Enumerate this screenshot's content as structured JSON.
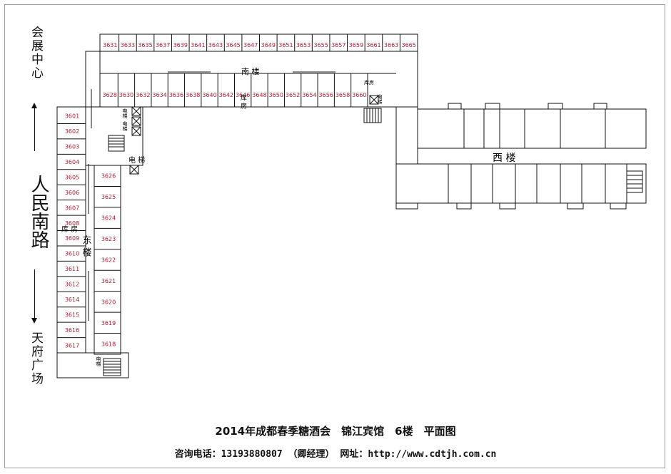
{
  "side_labels": {
    "venue": "会展中心",
    "road": "人民南路",
    "plaza": "天府广场"
  },
  "areas": {
    "south_building": "南 楼",
    "west_building": "西 楼",
    "east_building": "东 楼",
    "storage_south": "库房",
    "storage_south_corridor": "库 房",
    "storage_east": "库 房",
    "elevator": "电梯",
    "elevator_spaced": "电 梯"
  },
  "rooms": {
    "south_top": [
      "3631",
      "3633",
      "3635",
      "3637",
      "3639",
      "3641",
      "3643",
      "3645",
      "3647",
      "3649",
      "3651",
      "3653",
      "3655",
      "3657",
      "3659",
      "3661",
      "3663",
      "3665"
    ],
    "south_bottom": [
      "3628",
      "3630",
      "3632",
      "3634",
      "3636",
      "3638",
      "3640",
      "3642",
      "3646",
      "3648",
      "3650",
      "3652",
      "3654",
      "3656",
      "3658",
      "3660"
    ],
    "east_outer": [
      "3601",
      "3602",
      "3603",
      "3604",
      "3605",
      "3606",
      "3607",
      "3608",
      "3609",
      "3610",
      "3611",
      "3612",
      "3614",
      "3615",
      "3616",
      "3617"
    ],
    "east_inner": [
      "3626",
      "3625",
      "3624",
      "3623",
      "3622",
      "3621",
      "3620",
      "3619",
      "3618"
    ]
  },
  "caption": {
    "title": "2014年成都春季糖酒会　锦江宾馆　6楼　平面图",
    "contact": "咨询电话：13193880807 （卿经理） 网址：http://www.cdtjh.com.cn"
  }
}
